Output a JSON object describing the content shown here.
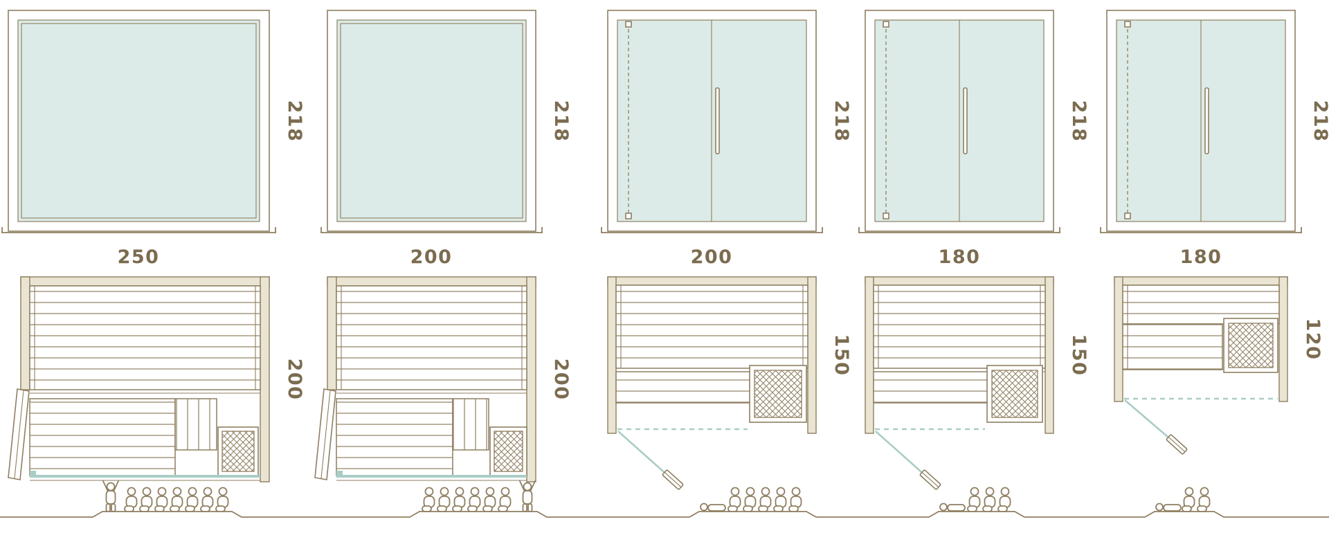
{
  "colors": {
    "line": "#8e7e60",
    "glass": "#dcebe7",
    "wall": "#e9e5d2",
    "dim": "#7b6c50",
    "teal": "#a9cdc5"
  },
  "diagram": {
    "models": [
      {
        "name": "sauna-model-1",
        "width_label": "250",
        "height_label": "218",
        "depth_label": "200",
        "front": "fixed-glass-panel",
        "capacity_figures": 8
      },
      {
        "name": "sauna-model-2",
        "width_label": "200",
        "height_label": "218",
        "depth_label": "200",
        "front": "fixed-glass-panel",
        "capacity_figures": 7
      },
      {
        "name": "sauna-model-3",
        "width_label": "200",
        "height_label": "218",
        "depth_label": "150",
        "front": "double-glass-door",
        "capacity_figures": 6
      },
      {
        "name": "sauna-model-4",
        "width_label": "180",
        "height_label": "218",
        "depth_label": "150",
        "front": "double-glass-door",
        "capacity_figures": 4
      },
      {
        "name": "sauna-model-5",
        "width_label": "180",
        "height_label": "218",
        "depth_label": "120",
        "front": "double-glass-door",
        "capacity_figures": 3
      }
    ]
  }
}
